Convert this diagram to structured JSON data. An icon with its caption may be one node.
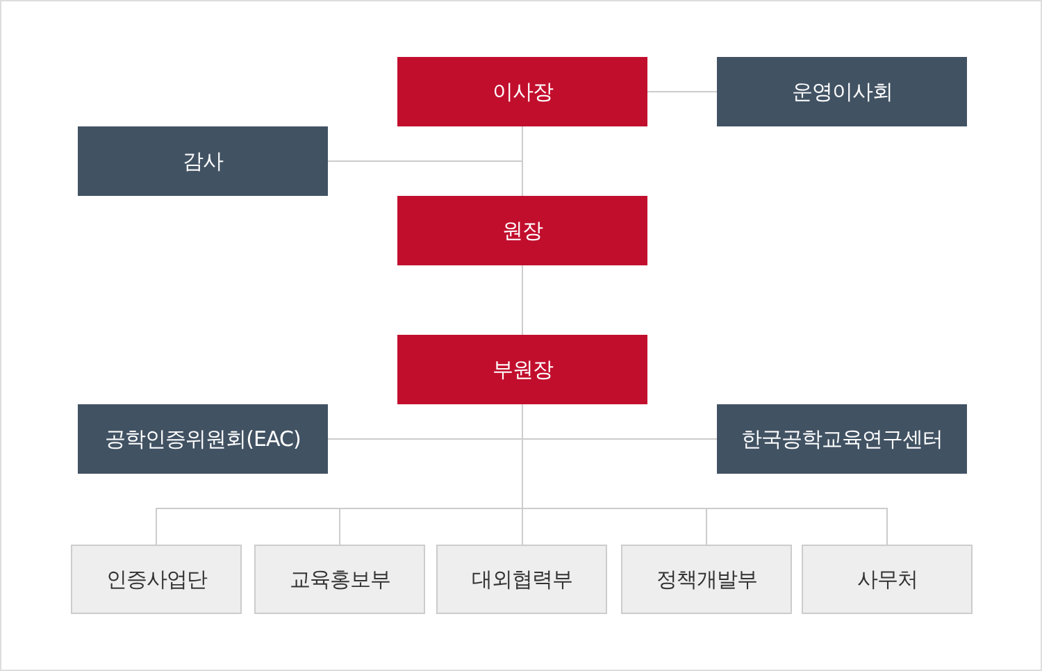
{
  "diagram": {
    "nodes": [
      {
        "text": [
          "이사장"
        ]
      },
      {
        "text": [
          "운영이사회"
        ]
      },
      {
        "text": [
          "감사"
        ]
      },
      {
        "text": [
          "원장"
        ]
      },
      {
        "text": [
          "부원장"
        ]
      },
      {
        "text": [
          "공학인증위원회(EAC)"
        ]
      },
      {
        "text": [
          "한국공학교육연구센터"
        ]
      },
      {
        "text": [
          "인증사업단"
        ]
      },
      {
        "text": [
          "교육홍보부"
        ]
      },
      {
        "text": [
          "대외협력부"
        ]
      },
      {
        "text": [
          "정책개발부"
        ]
      },
      {
        "text": [
          "사무처"
        ]
      }
    ],
    "edges": [
      {
        "from": 0,
        "to": 1,
        "arrow": "none"
      },
      {
        "from": 0,
        "to": 2,
        "arrow": "none"
      },
      {
        "from": 0,
        "to": 3,
        "arrow": "none"
      },
      {
        "from": 3,
        "to": 4,
        "arrow": "none"
      },
      {
        "from": 4,
        "to": 5,
        "arrow": "none"
      },
      {
        "from": 4,
        "to": 6,
        "arrow": "none"
      },
      {
        "from": 4,
        "to": 7,
        "arrow": "none"
      },
      {
        "from": 4,
        "to": 8,
        "arrow": "none"
      },
      {
        "from": 4,
        "to": 9,
        "arrow": "none"
      },
      {
        "from": 4,
        "to": 10,
        "arrow": "none"
      },
      {
        "from": 4,
        "to": 11,
        "arrow": "none"
      }
    ]
  }
}
